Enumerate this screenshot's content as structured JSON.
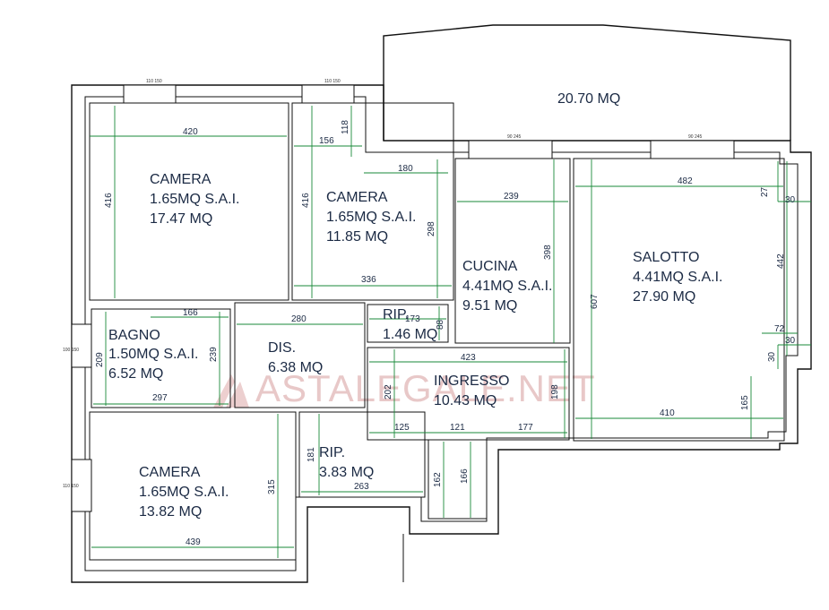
{
  "rooms": {
    "balcony": {
      "area": "20.70 MQ"
    },
    "camera_1": {
      "name": "CAMERA",
      "sai": "1.65MQ S.A.I.",
      "area": "17.47 MQ"
    },
    "camera_2": {
      "name": "CAMERA",
      "sai": "1.65MQ S.A.I.",
      "area": "11.85 MQ"
    },
    "cucina": {
      "name": "CUCINA",
      "sai": "4.41MQ S.A.I.",
      "area": "9.51 MQ"
    },
    "salotto": {
      "name": "SALOTTO",
      "sai": "4.41MQ S.A.I.",
      "area": "27.90 MQ"
    },
    "rip_small": {
      "name": "RIP.",
      "area": "1.46 MQ"
    },
    "bagno": {
      "name": "BAGNO",
      "sai": "1.50MQ S.A.I.",
      "area": "6.52 MQ"
    },
    "dis": {
      "name": "DIS.",
      "area": "6.38 MQ"
    },
    "ingresso": {
      "name": "INGRESSO",
      "area": "10.43 MQ"
    },
    "rip_large": {
      "name": "RIP.",
      "area": "3.83 MQ"
    },
    "camera_3": {
      "name": "CAMERA",
      "sai": "1.65MQ S.A.I.",
      "area": "13.82 MQ"
    }
  },
  "dimensions": {
    "d420": "420",
    "d416a": "416",
    "d156": "156",
    "d118": "118",
    "d180": "180",
    "d416b": "416",
    "d298": "298",
    "d336": "336",
    "d239": "239",
    "d398": "398",
    "d482": "482",
    "d27": "27",
    "d30a": "30",
    "d442": "442",
    "d607": "607",
    "d72": "72",
    "d30b": "30",
    "d30c": "30",
    "d165": "165",
    "d410": "410",
    "d166a": "166",
    "d209": "209",
    "d239b": "239",
    "d297": "297",
    "d280": "280",
    "d173": "173",
    "d88": "88",
    "d423": "423",
    "d202": "202",
    "d198": "198",
    "d125": "125",
    "d121": "121",
    "d177": "177",
    "d181": "181",
    "d263": "263",
    "d162": "162",
    "d166b": "166",
    "d315": "315",
    "d439": "439"
  },
  "window_tags": {
    "w1": "110\n150",
    "w2": "110\n150",
    "w3": "90\n245",
    "w4": "90\n245",
    "w5": "100\n150",
    "w6": "110\n150"
  },
  "watermark": "ASTALEGALE.NET",
  "colors": {
    "wall": "#111111",
    "dimension": "#1a8a3a",
    "text": "#1b2a44",
    "watermark": "#e6c3c3"
  }
}
